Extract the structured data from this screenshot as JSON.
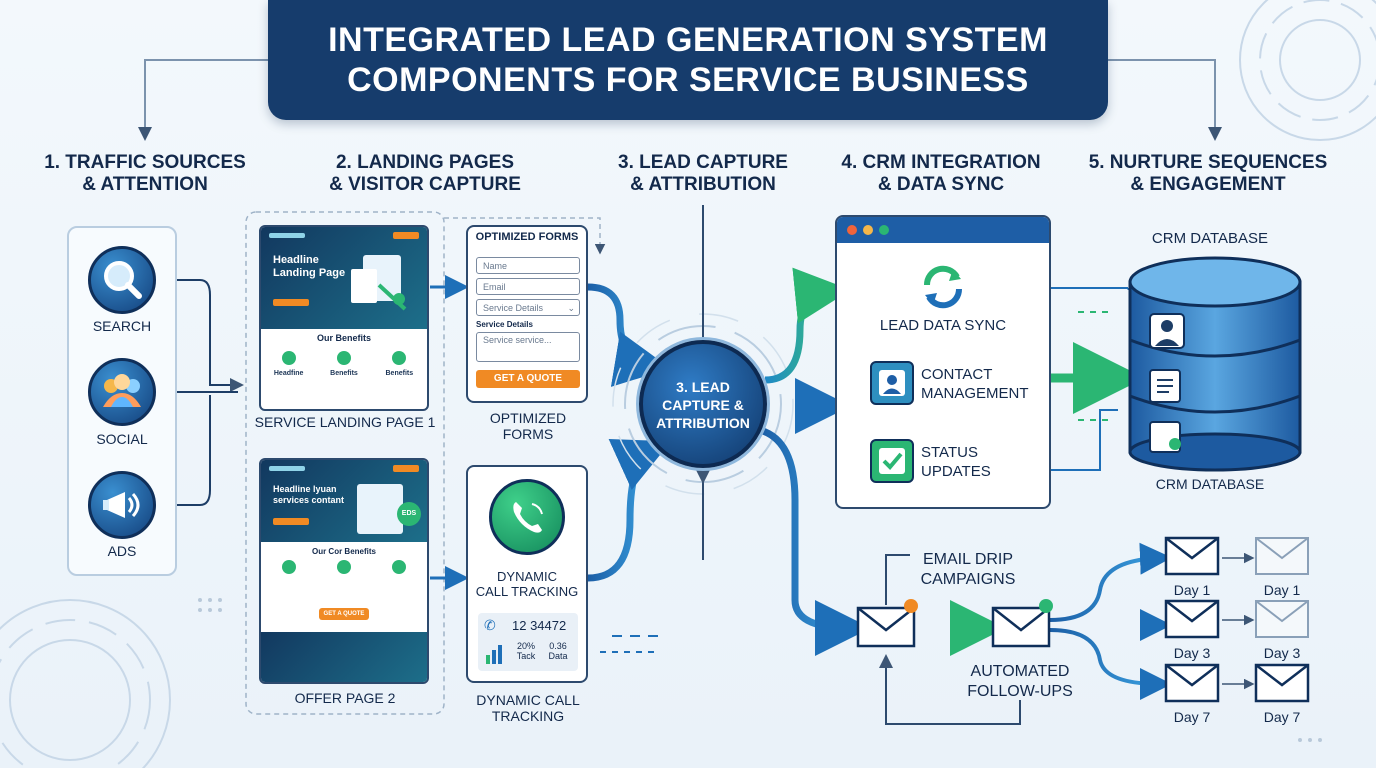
{
  "title": {
    "line1": "INTEGRATED LEAD GENERATION SYSTEM",
    "line2": "COMPONENTS FOR SERVICE BUSINESS"
  },
  "columns": [
    {
      "line1": "1. TRAFFIC SOURCES",
      "line2": "& ATTENTION"
    },
    {
      "line1": "2. LANDING PAGES",
      "line2": "& VISITOR CAPTURE"
    },
    {
      "line1": "3. LEAD CAPTURE",
      "line2": "& ATTRIBUTION"
    },
    {
      "line1": "4. CRM INTEGRATION",
      "line2": "& DATA SYNC"
    },
    {
      "line1": "5. NURTURE SEQUENCES",
      "line2": "& ENGAGEMENT"
    }
  ],
  "traffic": {
    "search": "SEARCH",
    "social": "SOCIAL",
    "ads": "ADS"
  },
  "page1": {
    "headline1": "Headline",
    "headline2": "Landing Page",
    "benefits_title": "Our Benefits",
    "items": [
      "Headfine",
      "Benefits",
      "Benefits"
    ],
    "caption": "SERVICE LANDING PAGE 1"
  },
  "page2": {
    "headline1": "Headline lyuan",
    "headline2": "services contant",
    "badge": "EDS",
    "benefits_title": "Our Cor Benefits",
    "cta": "GET A QUOTE",
    "caption": "OFFER PAGE 2"
  },
  "form": {
    "header": "OPTIMIZED FORMS",
    "name_placeholder": "Name",
    "email_placeholder": "Email",
    "select_value": "Service Details",
    "textarea_label": "Service Details",
    "textarea_placeholder": "Service service...",
    "submit": "GET A QUOTE",
    "caption1": "OPTIMIZED",
    "caption2": "FORMS"
  },
  "call": {
    "title1": "DYNAMIC",
    "title2": "CALL TRACKING",
    "number": "12 34472",
    "stat1_value": "20%",
    "stat1_label": "Tack",
    "stat2_value": "0.36",
    "stat2_label": "Data",
    "caption1": "DYNAMIC CALL",
    "caption2": "TRACKING"
  },
  "hub": {
    "line1": "3. LEAD",
    "line2": "CAPTURE &",
    "line3": "ATTRIBUTION"
  },
  "crm_window": {
    "sync": "LEAD DATA SYNC",
    "contact1": "CONTACT",
    "contact2": "MANAGEMENT",
    "status1": "STATUS",
    "status2": "UPDATES"
  },
  "database": {
    "title": "CRM DATABASE",
    "caption": "CRM DATABASE"
  },
  "nurture": {
    "email1": "EMAIL DRIP",
    "email2": "CAMPAIGNS",
    "auto1": "AUTOMATED",
    "auto2": "FOLLOW-UPS",
    "days_a": [
      "Day 1",
      "Day 3",
      "Day 7"
    ],
    "days_b": [
      "Day 1",
      "Day 3",
      "Day 7"
    ]
  },
  "colors": {
    "navy": "#163c6c",
    "blue": "#1e6fb8",
    "green": "#2bb673",
    "orange": "#f08a24"
  }
}
